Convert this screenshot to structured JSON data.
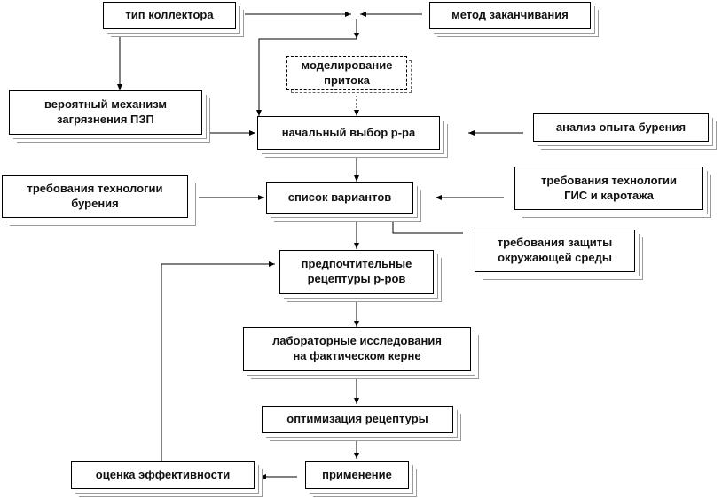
{
  "nodes": {
    "collector_type": "тип коллектора",
    "completion_method": "метод заканчивания",
    "flow_modeling_line1": "моделирование",
    "flow_modeling_line2": "притока",
    "contamination_line1": "вероятный механизм",
    "contamination_line2": "загрязнения ПЗП",
    "initial_selection": "начальный выбор р-ра",
    "drilling_analysis": "анализ опыта бурения",
    "drilling_req_line1": "требования технологии",
    "drilling_req_line2": "бурения",
    "variants_list": "список вариантов",
    "logging_req_line1": "требования технологии",
    "logging_req_line2": "ГИС и каротажа",
    "env_req_line1": "требования защиты",
    "env_req_line2": "окружающей среды",
    "preferred_line1": "предпочтительные",
    "preferred_line2": "рецептуры р-ров",
    "lab_line1": "лабораторные исследования",
    "lab_line2": "на фактическом керне",
    "optimization": "оптимизация рецептуры",
    "application": "применение",
    "efficiency": "оценка эффективности"
  },
  "colors": {
    "line": "#000000",
    "shadow": "#9a9a9a"
  }
}
